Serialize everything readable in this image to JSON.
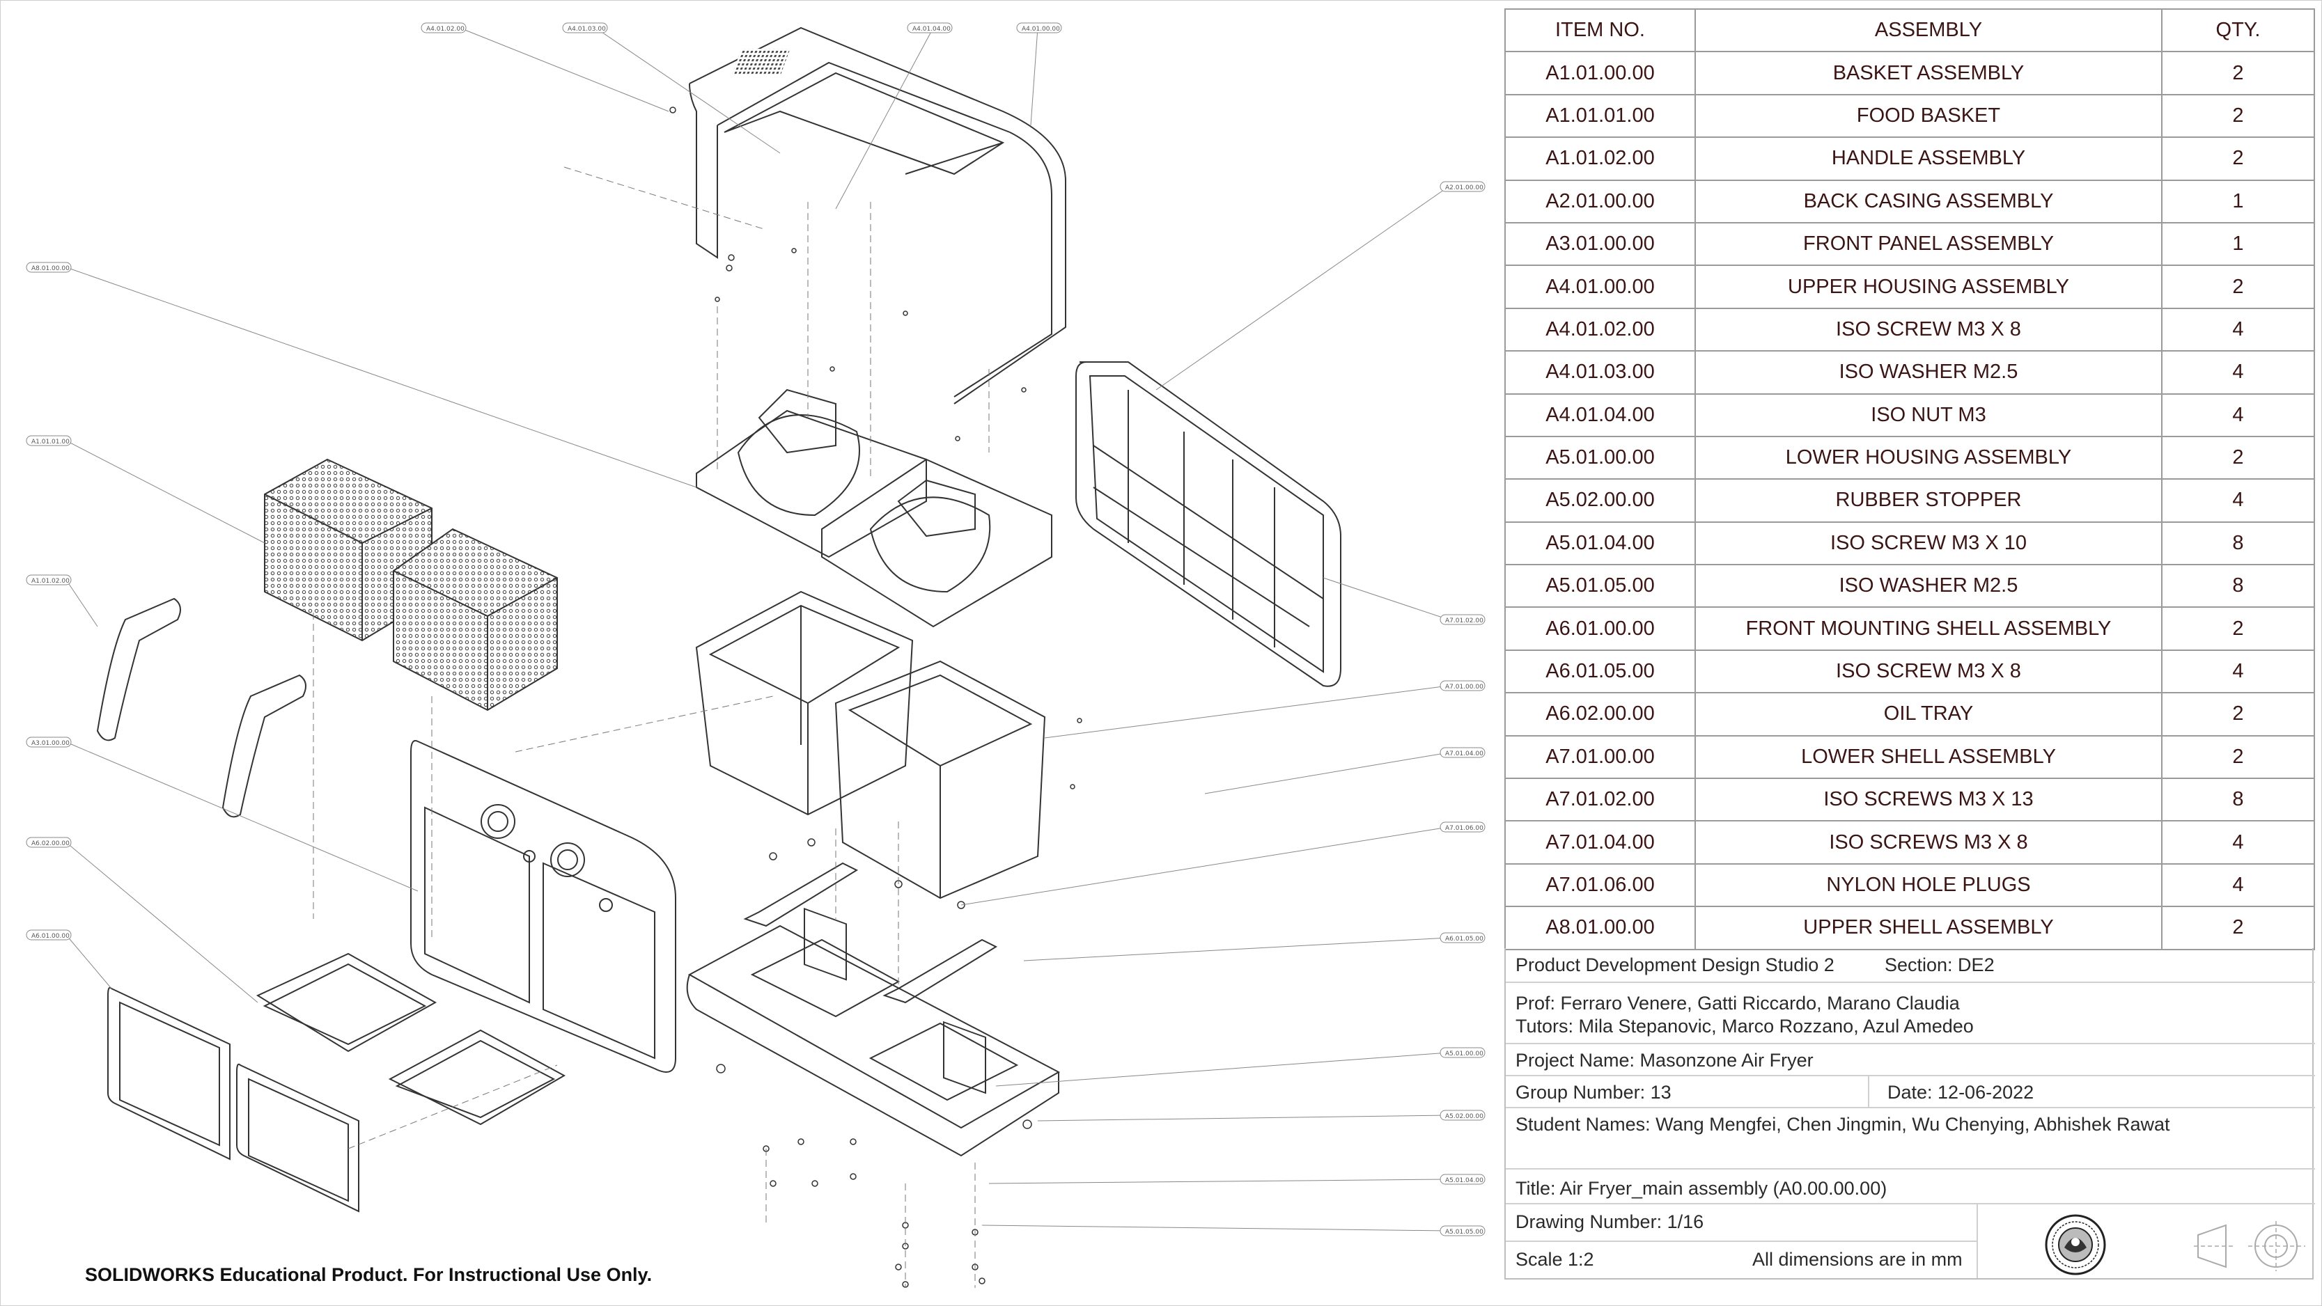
{
  "bom": {
    "headers": {
      "item": "ITEM NO.",
      "assembly": "ASSEMBLY",
      "qty": "QTY."
    },
    "rows": [
      {
        "item": "A1.01.00.00",
        "assembly": "BASKET ASSEMBLY",
        "qty": "2"
      },
      {
        "item": "A1.01.01.00",
        "assembly": "FOOD BASKET",
        "qty": "2"
      },
      {
        "item": "A1.01.02.00",
        "assembly": "HANDLE ASSEMBLY",
        "qty": "2"
      },
      {
        "item": "A2.01.00.00",
        "assembly": "BACK CASING ASSEMBLY",
        "qty": "1"
      },
      {
        "item": "A3.01.00.00",
        "assembly": "FRONT PANEL ASSEMBLY",
        "qty": "1"
      },
      {
        "item": "A4.01.00.00",
        "assembly": "UPPER HOUSING ASSEMBLY",
        "qty": "2"
      },
      {
        "item": "A4.01.02.00",
        "assembly": "ISO SCREW  M3 X 8",
        "qty": "4"
      },
      {
        "item": "A4.01.03.00",
        "assembly": "ISO WASHER M2.5",
        "qty": "4"
      },
      {
        "item": "A4.01.04.00",
        "assembly": "ISO NUT M3",
        "qty": "4"
      },
      {
        "item": "A5.01.00.00",
        "assembly": "LOWER HOUSING ASSEMBLY",
        "qty": "2"
      },
      {
        "item": "A5.02.00.00",
        "assembly": "RUBBER STOPPER",
        "qty": "4"
      },
      {
        "item": "A5.01.04.00",
        "assembly": "ISO SCREW M3 X 10",
        "qty": "8"
      },
      {
        "item": "A5.01.05.00",
        "assembly": "ISO WASHER M2.5",
        "qty": "8"
      },
      {
        "item": "A6.01.00.00",
        "assembly": "FRONT MOUNTING SHELL ASSEMBLY",
        "qty": "2"
      },
      {
        "item": "A6.01.05.00",
        "assembly": "ISO SCREW M3 X 8",
        "qty": "4"
      },
      {
        "item": "A6.02.00.00",
        "assembly": "OIL TRAY",
        "qty": "2"
      },
      {
        "item": "A7.01.00.00",
        "assembly": "LOWER SHELL ASSEMBLY",
        "qty": "2"
      },
      {
        "item": "A7.01.02.00",
        "assembly": "ISO SCREWS M3 X 13",
        "qty": "8"
      },
      {
        "item": "A7.01.04.00",
        "assembly": "ISO SCREWS M3 X 8",
        "qty": "4"
      },
      {
        "item": "A7.01.06.00",
        "assembly": "NYLON HOLE PLUGS",
        "qty": "4"
      },
      {
        "item": "A8.01.00.00",
        "assembly": "UPPER SHELL ASSEMBLY",
        "qty": "2"
      }
    ]
  },
  "title_block": {
    "course": "Product Development Design Studio 2",
    "section": "Section: DE2",
    "prof": "Prof: Ferraro Venere, Gatti Riccardo, Marano Claudia",
    "tutors": "Tutors: Mila Stepanovic, Marco Rozzano, Azul Amedeo",
    "project": "Project Name: Masonzone Air Fryer",
    "group": "Group Number: 13",
    "date": "Date: 12-06-2022",
    "students": "Student Names: Wang Mengfei, Chen Jingmin, Wu Chenying, Abhishek Rawat",
    "title": "Title: Air Fryer_main assembly (A0.00.00.00)",
    "drawing_number": "Drawing Number: 1/16",
    "scale": "Scale 1:2",
    "units_note": "All dimensions are in mm"
  },
  "callouts": {
    "a4_01_02": "A4.01.02.00",
    "a4_01_03": "A4.01.03.00",
    "a4_01_04": "A4.01.04.00",
    "a4_01_00": "A4.01.00.00",
    "a2_01_00": "A2.01.00.00",
    "a8_01_00": "A8.01.00.00",
    "a1_01_01": "A1.01.01.00",
    "a1_01_02": "A1.01.02.00",
    "a3_01_00": "A3.01.00.00",
    "a6_02_00": "A6.02.00.00",
    "a6_01_00": "A6.01.00.00",
    "a7_01_02": "A7.01.02.00",
    "a7_01_00": "A7.01.00.00",
    "a7_01_04": "A7.01.04.00",
    "a7_01_06": "A7.01.06.00",
    "a6_01_05": "A6.01.05.00",
    "a5_01_00": "A5.01.00.00",
    "a5_02_00": "A5.02.00.00",
    "a5_01_04": "A5.01.04.00",
    "a5_01_05": "A5.01.05.00"
  },
  "watermark": "SOLIDWORKS Educational Product. For Instructional Use Only."
}
